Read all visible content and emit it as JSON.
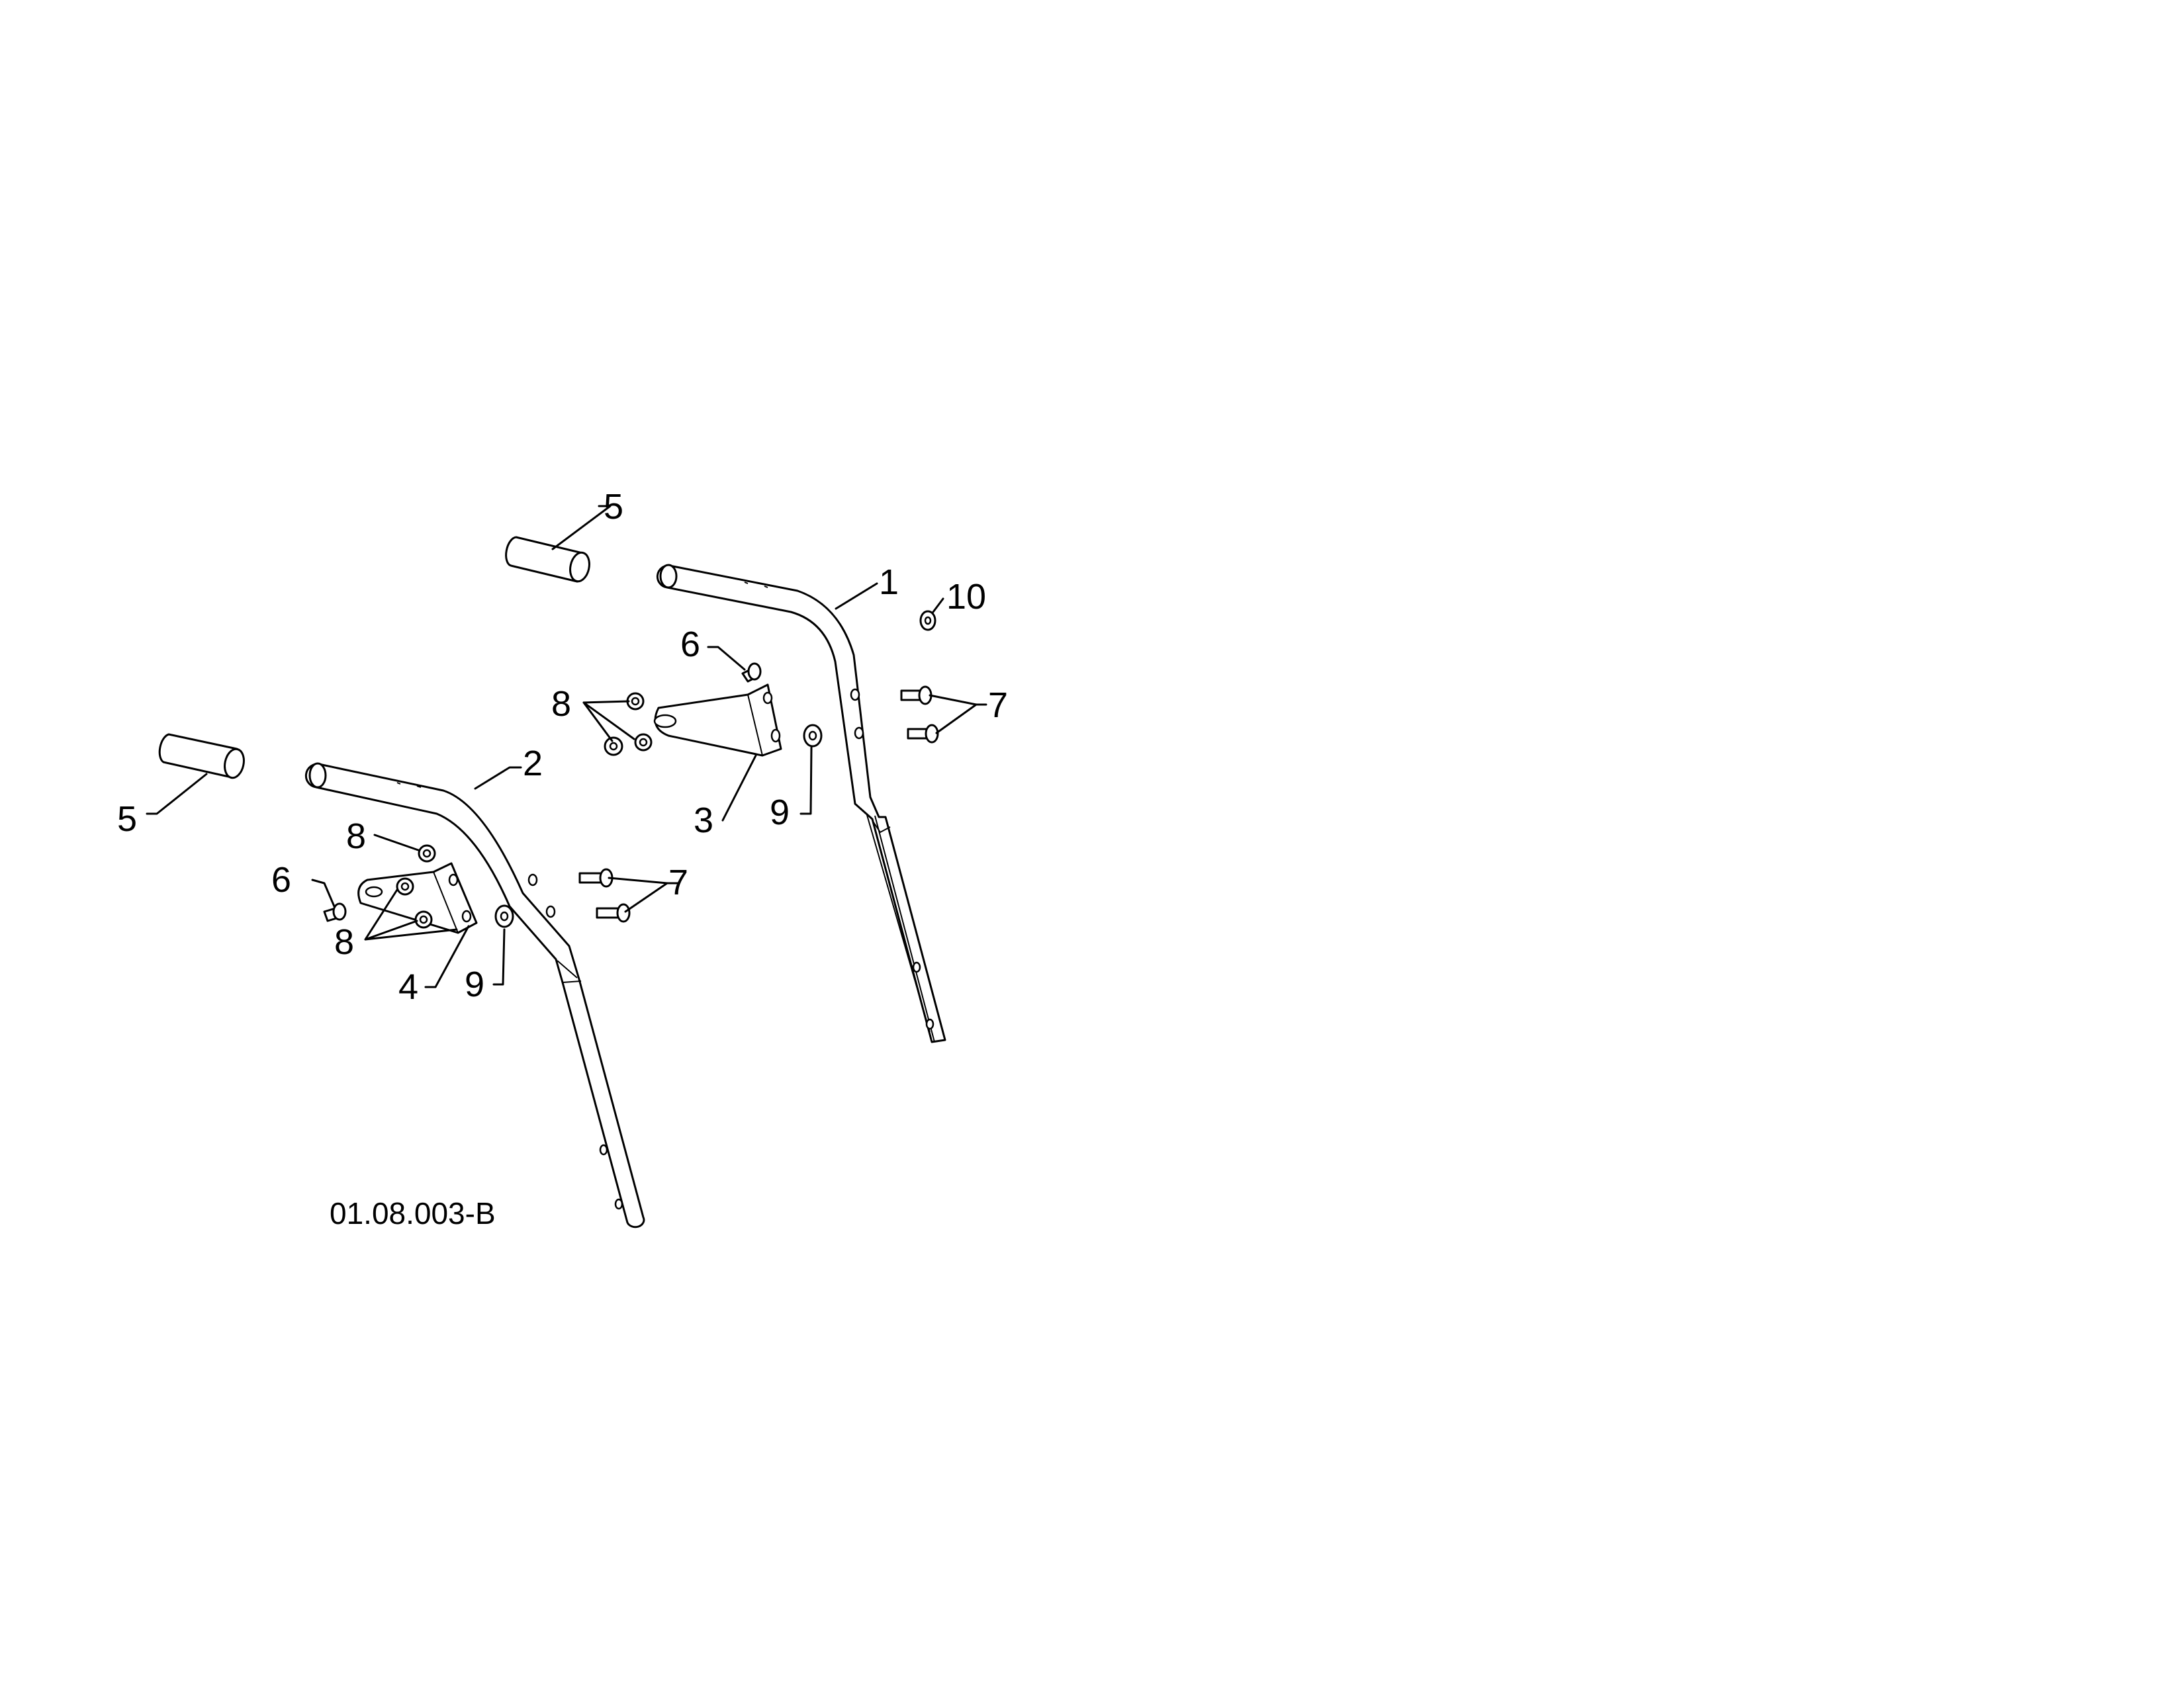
{
  "diagram": {
    "drawing_code": "01.08.003-B",
    "callouts": {
      "grip_upper": "5",
      "handle_right": "1",
      "washer_top": "10",
      "screw_upper": "6",
      "nuts_upper": "8",
      "bolts_upper": "7",
      "bracket_upper": "3",
      "washer_upper": "9",
      "grip_lower": "5",
      "handle_left": "2",
      "nut_lower_top": "8",
      "screw_lower": "6",
      "bolts_lower": "7",
      "nuts_lower": "8",
      "bracket_lower": "4",
      "washer_lower": "9"
    }
  }
}
